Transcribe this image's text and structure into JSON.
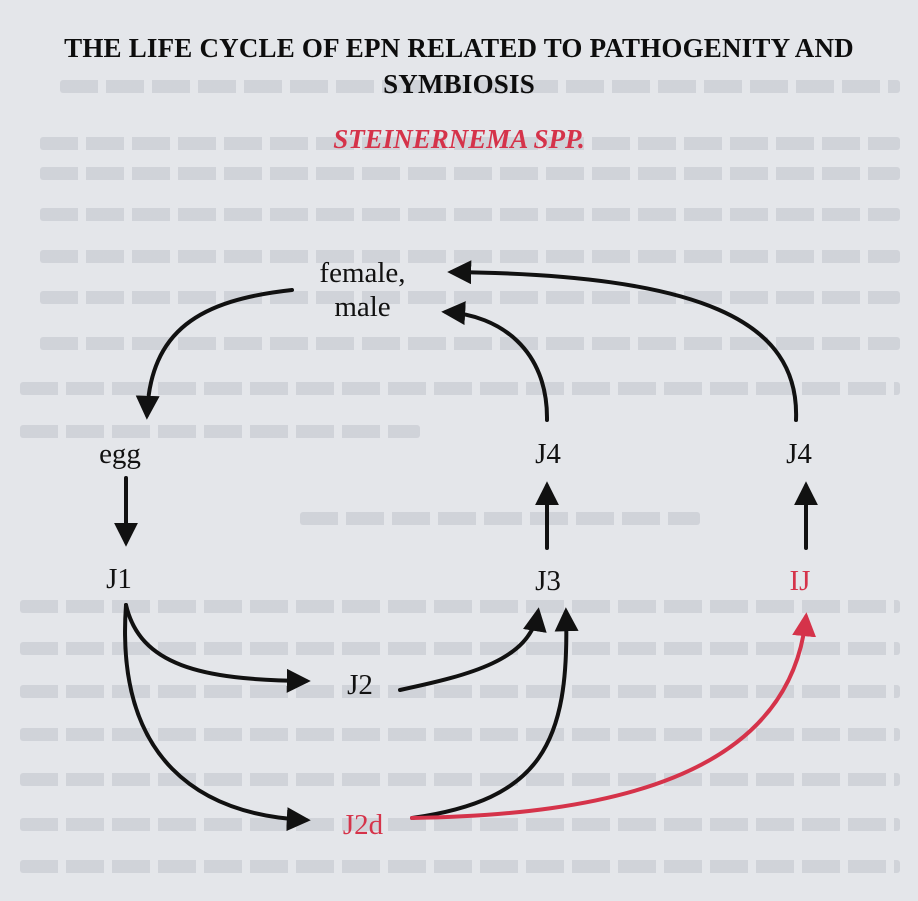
{
  "title": {
    "line1": "THE LIFE CYCLE OF EPN RELATED TO PATHOGENITY AND",
    "line2": "SYMBIOSIS"
  },
  "subtitle": "STEINERNEMA SPP.",
  "colors": {
    "text": "#111111",
    "accent": "#d5334a",
    "arrow_dark": "#111111",
    "background": "#e4e6ea"
  },
  "nodes": {
    "female_male_line1": "female,",
    "female_male_line2": "male",
    "egg": "egg",
    "j1": "J1",
    "j2": "J2",
    "j2d": "J2d",
    "j3": "J3",
    "j4_center": "J4",
    "j4_right": "J4",
    "ij": "IJ"
  }
}
